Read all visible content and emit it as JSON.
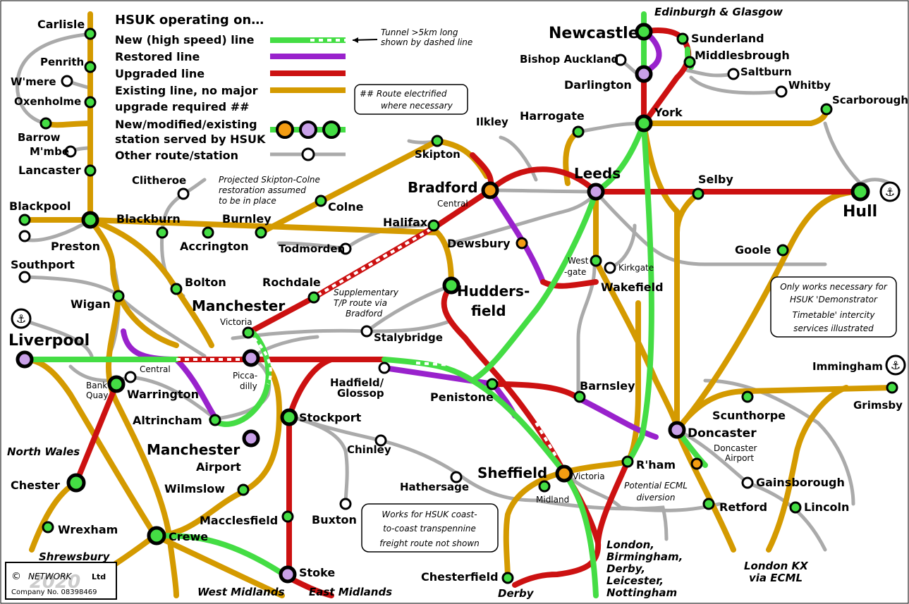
{
  "legend": {
    "title": "HSUK operating on…",
    "items": [
      {
        "label": "New (high speed) line",
        "color": "#44dd44"
      },
      {
        "label": "Restored line",
        "color": "#9922cc"
      },
      {
        "label": "Upgraded line",
        "color": "#cc1111"
      },
      {
        "label": "Existing line, no major",
        "color": "#d49a00"
      },
      {
        "label": "upgrade required ##",
        "color": ""
      },
      {
        "label": "New/modified/existing",
        "color": ""
      },
      {
        "label": "station served by HSUK",
        "color": ""
      },
      {
        "label": "Other route/station",
        "color": "#aaaaaa"
      }
    ],
    "tunnel_note": [
      "Tunnel >5km long",
      "shown by dashed line"
    ],
    "electrified_note": [
      "## Route electrified",
      "where necessary"
    ]
  },
  "notes": {
    "skipton_colne": [
      "Projected Skipton-Colne",
      "restoration assumed",
      "to be in place"
    ],
    "supplementary": [
      "Supplementary",
      "T/P route via",
      "Bradford"
    ],
    "only_works": [
      "Only works necessary for",
      "HSUK 'Demonstrator",
      "Timetable' intercity",
      "services illustrated"
    ],
    "freight": [
      "Works for HSUK coast-",
      "to-coast transpennine",
      "freight route not shown"
    ],
    "ecml_diversion": [
      "Potential ECML",
      "diversion"
    ]
  },
  "destinations": {
    "edinburgh": "Edinburgh & Glasgow",
    "north_wales": "North Wales",
    "shrewsbury": "Shrewsbury",
    "west_midlands": "West Midlands",
    "east_midlands": "East Midlands",
    "derby": "Derby",
    "london": [
      "London,",
      "Birmingham,",
      "Derby,",
      "Leicester,",
      "Nottingham"
    ],
    "london_kx": [
      "London KX",
      "via ECML"
    ]
  },
  "stations": {
    "carlisle": "Carlisle",
    "penrith": "Penrith",
    "windermere": "W'mere",
    "oxenholme": "Oxenholme",
    "barrow": [
      "Barrow",
      "M'mbe"
    ],
    "lancaster": "Lancaster",
    "blackpool": "Blackpool",
    "preston": "Preston",
    "southport": "Southport",
    "wigan": "Wigan",
    "liverpool": "Liverpool",
    "bank_quay": [
      "Bank",
      "Quay"
    ],
    "central_warrington": "Central",
    "warrington": "Warrington",
    "chester": "Chester",
    "wrexham": "Wrexham",
    "crewe": "Crewe",
    "blackburn": "Blackburn",
    "accrington": "Accrington",
    "burnley": "Burnley",
    "clitheroe": "Clitheroe",
    "colne": "Colne",
    "skipton": "Skipton",
    "ilkley": "Ilkley",
    "bolton": "Bolton",
    "rochdale": "Rochdale",
    "todmorden": "Todmorden",
    "halifax": "Halifax",
    "bradford": "Bradford",
    "bradford_central": "Central",
    "dewsbury": "Dewsbury",
    "huddersfield": [
      "Hudders-",
      "field"
    ],
    "manchester": "Manchester",
    "victoria": "Victoria",
    "piccadilly": [
      "Picca-",
      "dilly"
    ],
    "stalybridge": "Stalybridge",
    "hadfield": [
      "Hadfield/",
      "Glossop"
    ],
    "altrincham": "Altrincham",
    "manchester_airport": [
      "Manchester",
      "Airport"
    ],
    "stockport": "Stockport",
    "wilmslow": "Wilmslow",
    "macclesfield": "Macclesfield",
    "stoke": "Stoke",
    "buxton": "Buxton",
    "chinley": "Chinley",
    "hathersage": "Hathersage",
    "penistone": "Penistone",
    "sheffield": "Sheffield",
    "sheffield_victoria": "Victoria",
    "midland": "Midland",
    "chesterfield": "Chesterfield",
    "barnsley": "Barnsley",
    "rotherham": "R'ham",
    "leeds": "Leeds",
    "harrogate": "Harrogate",
    "york": "York",
    "selby": "Selby",
    "westgate": [
      "West",
      "-gate"
    ],
    "kirkgate": "Kirkgate",
    "wakefield": "Wakefield",
    "newcastle": "Newcastle",
    "sunderland": "Sunderland",
    "middlesbrough": "Middlesbrough",
    "saltburn": "Saltburn",
    "whitby": "Whitby",
    "bishop_auckland": "Bishop Auckland",
    "darlington": "Darlington",
    "scarborough": "Scarborough",
    "hull": "Hull",
    "goole": "Goole",
    "doncaster": "Doncaster",
    "doncaster_airport": [
      "Doncaster",
      "Airport"
    ],
    "scunthorpe": "Scunthorpe",
    "immingham": "Immingham",
    "grimsby": "Grimsby",
    "gainsborough": "Gainsborough",
    "retford": "Retford",
    "lincoln": "Lincoln"
  },
  "copyright": {
    "symbol": "©",
    "year": "2020",
    "company": "NETWORK",
    "ltd": "Ltd",
    "number": "Company No. 08398469"
  },
  "colors": {
    "new": "#44dd44",
    "restored": "#9922cc",
    "upgraded": "#cc1111",
    "existing": "#d49a00",
    "other": "#aaaaaa"
  }
}
